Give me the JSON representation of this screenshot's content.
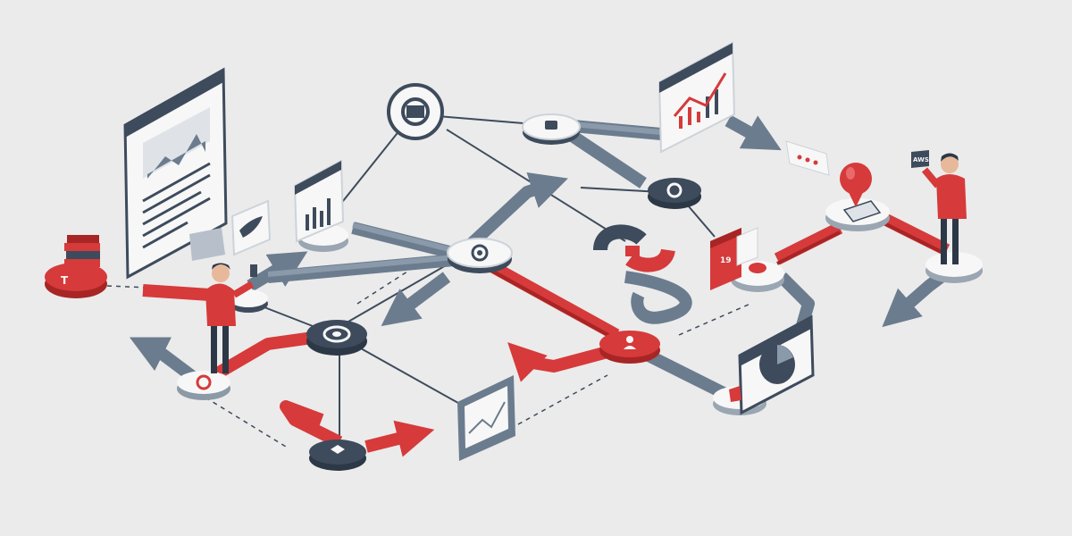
{
  "scene": {
    "background": "#ebebeb",
    "colors": {
      "red": "#d63a3a",
      "red_dark": "#a82525",
      "navy": "#3d4b5c",
      "slate": "#6b7c8e",
      "paper": "#f7f7f7",
      "path_gray": "#5f6f80"
    }
  },
  "labels": {
    "calendar_day": "19",
    "speech_sign": "AWS",
    "book_mark": "T"
  },
  "icons": {
    "person_left": "person-with-phone-icon",
    "person_right": "person-presenting-icon",
    "book_stack": "book-stack-icon",
    "bird_card": "bird-icon",
    "idea_bulb": "lightbulb-icon",
    "pie_board": "pie-chart-icon",
    "bar_board": "bar-chart-icon",
    "line_board": "line-chart-icon",
    "calendar": "calendar-icon",
    "magnet": "magnet-icon"
  }
}
